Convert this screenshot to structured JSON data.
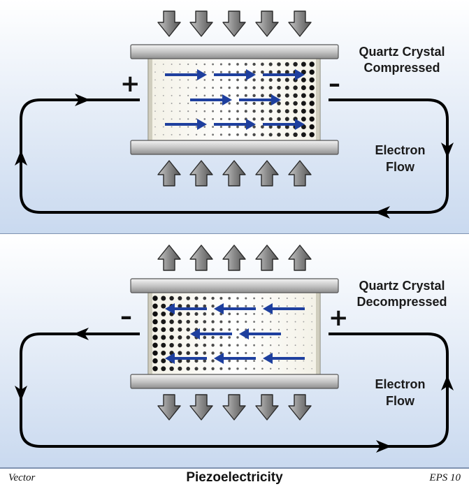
{
  "panels": [
    {
      "id": "compressed",
      "title_line1": "Quartz Crystal",
      "title_line2": "Compressed",
      "left_sign": "+",
      "right_sign": "–",
      "flow_line1": "Electron",
      "flow_line2": "Flow",
      "force": "inward",
      "charge_arrows": "right",
      "dense_side": "right",
      "circuit": "clockwise"
    },
    {
      "id": "decompressed",
      "title_line1": "Quartz Crystal",
      "title_line2": "Decompressed",
      "left_sign": "–",
      "right_sign": "+",
      "flow_line1": "Electron",
      "flow_line2": "Flow",
      "force": "outward",
      "charge_arrows": "left",
      "dense_side": "left",
      "circuit": "counterclockwise"
    }
  ],
  "footer": {
    "left": "Vector",
    "title": "Piezoelectricity",
    "right": "EPS 10"
  },
  "colors": {
    "background_top": "#ffffff",
    "background_bottom": "#c9d9ef",
    "charge_arrow": "#1e3f9e",
    "force_arrow": "#808080",
    "wire": "#000000",
    "plate": "#c9c9c9"
  }
}
